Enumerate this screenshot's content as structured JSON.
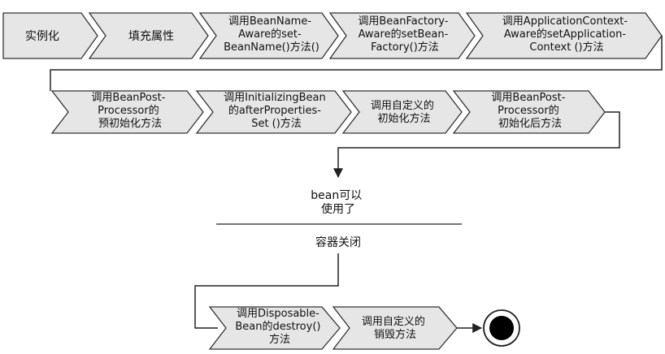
{
  "stages": {
    "row1": [
      {
        "lines": [
          "实例化"
        ]
      },
      {
        "lines": [
          "填充属性"
        ]
      },
      {
        "lines": [
          "调用BeanName-",
          "Aware的set-",
          "BeanName()方法()"
        ]
      },
      {
        "lines": [
          "调用BeanFactory-",
          "Aware的setBean-",
          "Factory()方法"
        ]
      },
      {
        "lines": [
          "调用ApplicationContext-",
          "Aware的setApplication-",
          "Context ()方法"
        ]
      }
    ],
    "row2": [
      {
        "lines": [
          "调用BeanPost-",
          "Processor的",
          "预初始化方法"
        ]
      },
      {
        "lines": [
          "调用InitializingBean",
          "的afterProperties-",
          "Set ()方法"
        ]
      },
      {
        "lines": [
          "调用自定义的",
          "初始化方法"
        ]
      },
      {
        "lines": [
          "调用BeanPost-",
          "Processor的",
          "初始化后方法"
        ]
      }
    ],
    "row3": [
      {
        "lines": [
          "调用Disposable-",
          "Bean的destroy()",
          "方法"
        ]
      },
      {
        "lines": [
          "调用自定义的",
          "销毁方法"
        ]
      }
    ]
  },
  "ready_state": {
    "lines": [
      "bean可以",
      "使用了"
    ]
  },
  "container_close": {
    "lines": [
      "容器关闭"
    ]
  },
  "colors": {
    "box_fill": "#e6e6e6",
    "box_stroke": "#333333",
    "line": "#222222",
    "end_fill": "#000000"
  }
}
